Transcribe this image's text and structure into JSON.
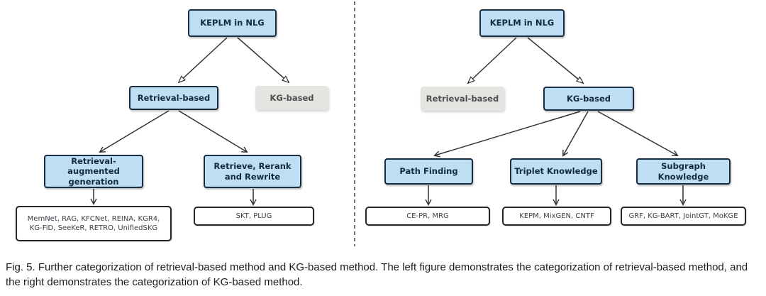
{
  "figure": {
    "left": {
      "root": "KEPLM in NLG",
      "retrieval_based": "Retrieval-based",
      "kg_based": "KG-based",
      "children": [
        "Retrieval-augmented generation",
        "Retrieve, Rerank and Rewrite"
      ],
      "leaves": [
        "MemNet, RAG, KFCNet, REINA, KGR4, KG-FiD, SeeKeR, RETRO, UnifiedSKG",
        "SKT, PLUG"
      ]
    },
    "right": {
      "root": "KEPLM in NLG",
      "retrieval_based": "Retrieval-based",
      "kg_based": "KG-based",
      "children": [
        "Path Finding",
        "Triplet Knowledge",
        "Subgraph Knowledge"
      ],
      "leaves": [
        "CE-PR, MRG",
        "KEPM, MixGEN, CNTF",
        "GRF, KG-BART, JointGT, MoKGE"
      ]
    }
  },
  "caption": "Fig. 5. Further categorization of retrieval-based method and KG-based method. The left figure demonstrates the categorization of retrieval-based method, and the right demonstrates the categorization of KG-based method.",
  "colors": {
    "active_node_fill": "#bedef3",
    "active_node_border": "#182c42",
    "inactive_node_fill": "#e4e4e1",
    "leaf_border": "#24272b",
    "arrow": "#333333",
    "background": "#ffffff"
  }
}
